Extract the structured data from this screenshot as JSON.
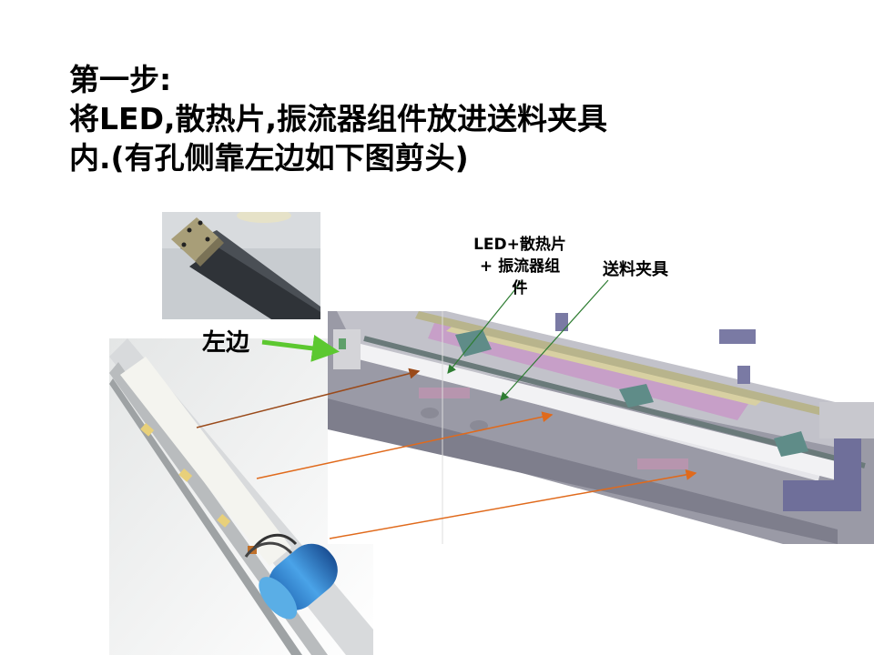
{
  "title": {
    "line1": "第一步:",
    "line2": "将LED,散热片,振流器组件放进送料夹具",
    "line3": "内.(有孔侧靠左边如下图剪头)"
  },
  "labels": {
    "led_assembly_line1": "LED+散热片",
    "led_assembly_line2": "+ 振流器组",
    "led_assembly_line3": "件",
    "fixture": "送料夹具",
    "left_side": "左边"
  },
  "colors": {
    "arrow_orange": "#e06a1c",
    "arrow_dark": "#9a4a1a",
    "arrow_green": "#5cc830",
    "pointer_green": "#2e7d32"
  }
}
